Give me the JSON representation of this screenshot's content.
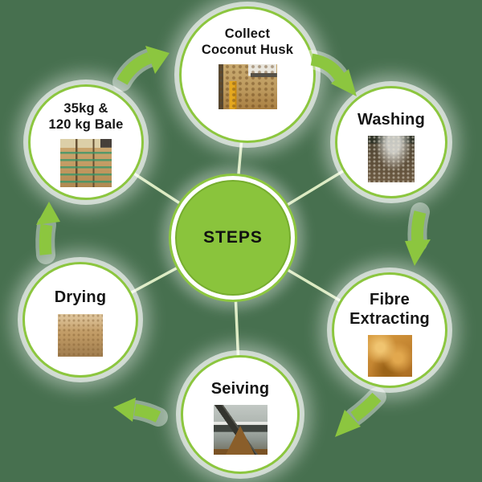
{
  "center": {
    "label": "STEPS"
  },
  "steps": [
    {
      "id": "collect-coconut-husk",
      "lines": [
        "Collect",
        "Coconut Husk"
      ],
      "photo": "coconut-husk-pile-photo"
    },
    {
      "id": "washing",
      "lines": [
        "Washing"
      ],
      "photo": "husk-washing-photo"
    },
    {
      "id": "fibre-extracting",
      "lines": [
        "Fibre",
        "Extracting"
      ],
      "photo": "extracted-fibre-photo"
    },
    {
      "id": "seiving",
      "lines": [
        "Seiving"
      ],
      "photo": "seiving-conveyor-photo"
    },
    {
      "id": "drying",
      "lines": [
        "Drying"
      ],
      "photo": "drying-fibre-photo"
    },
    {
      "id": "bale",
      "lines": [
        "35kg &",
        "120 kg Bale"
      ],
      "photo": "stacked-bales-photo"
    }
  ],
  "colors": {
    "background": "#47704F",
    "accent_green": "#8CC63F",
    "accent_green_dark": "#76AD2E",
    "center_fill": "#8AC43C",
    "spoke": "#DCEBC2",
    "text": "#151515"
  }
}
